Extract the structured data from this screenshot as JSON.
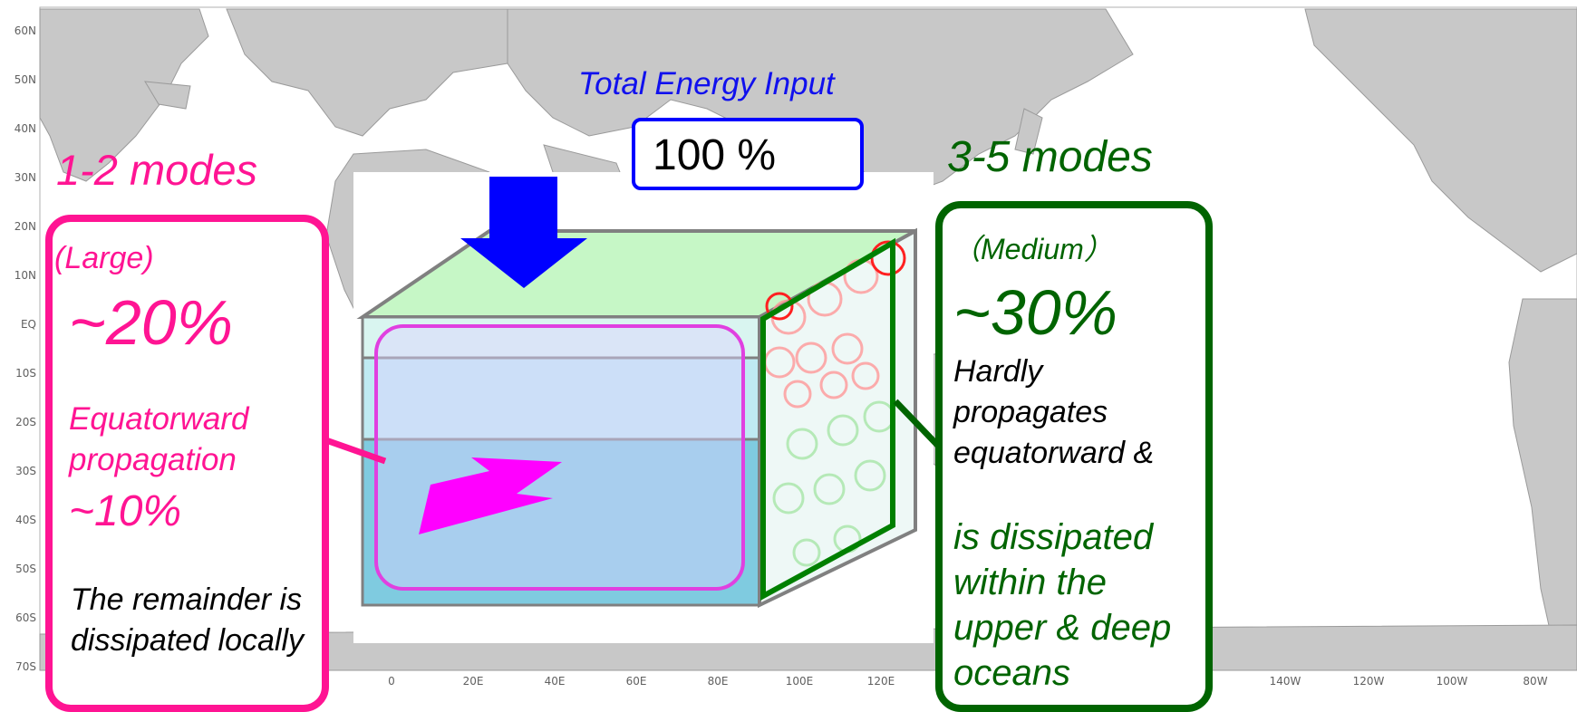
{
  "map": {
    "lat_labels": [
      "60N",
      "50N",
      "40N",
      "30N",
      "20N",
      "10N",
      "EQ",
      "10S",
      "20S",
      "30S",
      "40S",
      "50S",
      "60S",
      "70S"
    ],
    "lon_labels": [
      "0",
      "20E",
      "40E",
      "60E",
      "80E",
      "100E",
      "120E",
      "140W",
      "120W",
      "100W",
      "80W"
    ]
  },
  "energy": {
    "title": "Total Energy Input",
    "value": "100 %"
  },
  "large": {
    "header": "1-2 modes",
    "size": "(Large)",
    "percent": "~20%",
    "propagation_label": "Equatorward propagation",
    "propagation_percent": "~10%",
    "remainder": "The remainder is dissipated locally"
  },
  "medium": {
    "header": "3-5 modes",
    "size": "（Medium）",
    "percent": "~30%",
    "note": "Hardly propagates equatorward &",
    "dissipation": "is dissipated within the upper & deep oceans"
  },
  "colors": {
    "pink": "#ff1493",
    "green": "#006400",
    "blue": "#0000ff",
    "magenta": "#ff00ff",
    "land": "#c8c8c8"
  }
}
